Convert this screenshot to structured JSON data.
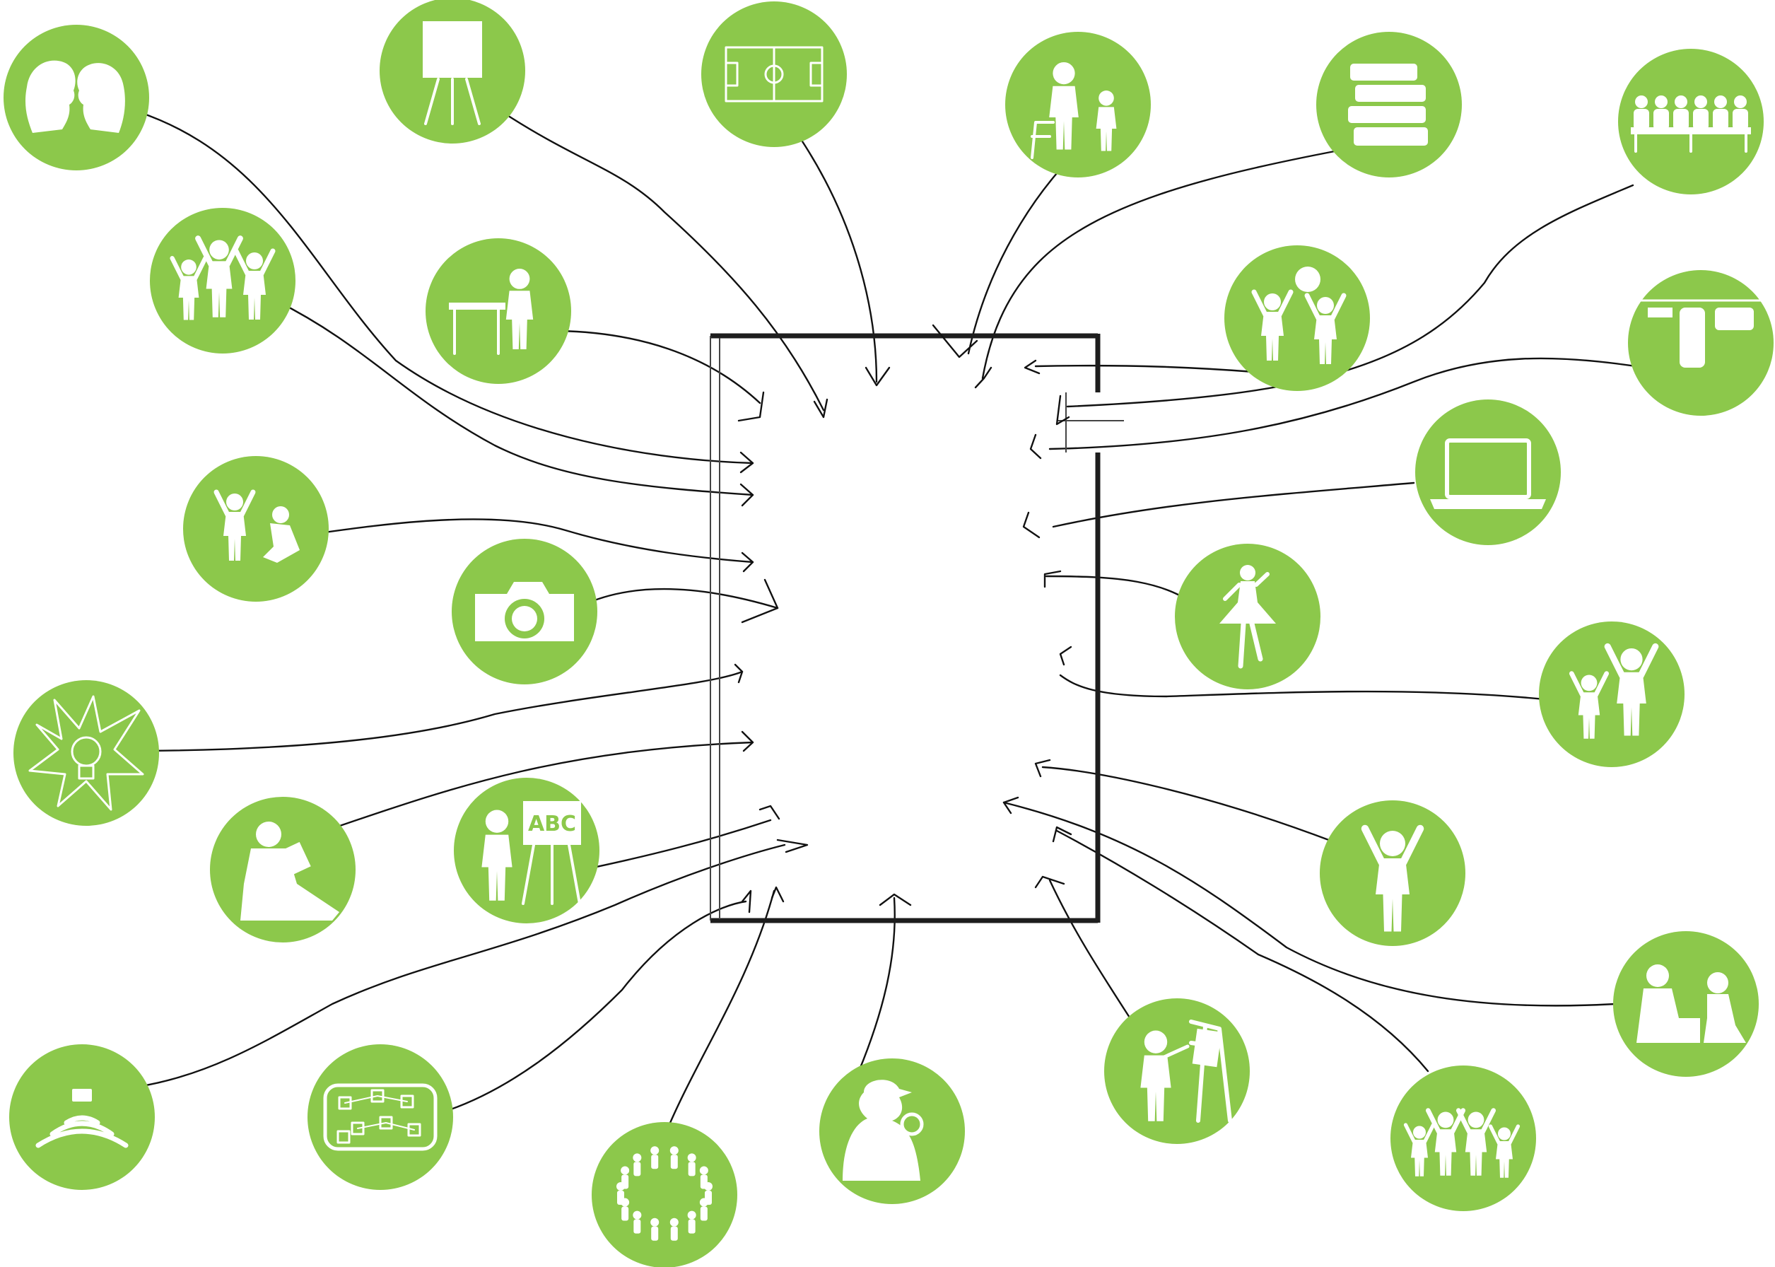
{
  "colors": {
    "bubble": "#8cc84b",
    "icon": "#ffffff",
    "line": "#111111",
    "wall": "#1e1e1e",
    "background": "#ffffff"
  },
  "room": {
    "label": ""
  },
  "activities": [
    {
      "id": "portraits",
      "icon": "children-portraits-icon"
    },
    {
      "id": "easel",
      "icon": "flipchart-easel-icon"
    },
    {
      "id": "sports-field",
      "icon": "sports-field-icon"
    },
    {
      "id": "storytelling",
      "icon": "adult-reading-to-child-icon"
    },
    {
      "id": "books",
      "icon": "stack-of-books-icon"
    },
    {
      "id": "group-meeting",
      "icon": "people-at-table-icon"
    },
    {
      "id": "children-playing",
      "icon": "children-group-icon"
    },
    {
      "id": "desk-work",
      "icon": "child-at-desk-icon"
    },
    {
      "id": "ball-play",
      "icon": "children-ball-play-icon"
    },
    {
      "id": "hanging-display",
      "icon": "hanging-display-icon"
    },
    {
      "id": "laptop",
      "icon": "laptop-icon"
    },
    {
      "id": "toddlers",
      "icon": "toddlers-playing-icon"
    },
    {
      "id": "camera",
      "icon": "camera-icon"
    },
    {
      "id": "dancing",
      "icon": "dancing-girl-icon"
    },
    {
      "id": "idea",
      "icon": "light-bulb-idea-icon"
    },
    {
      "id": "cheering-pair",
      "icon": "cheering-children-icon"
    },
    {
      "id": "reading",
      "icon": "child-reading-icon"
    },
    {
      "id": "abc-board",
      "icon": "abc-easel-icon",
      "text": "ABC"
    },
    {
      "id": "cheering-child",
      "icon": "cheering-child-icon"
    },
    {
      "id": "building",
      "icon": "children-building-icon"
    },
    {
      "id": "wireless",
      "icon": "wireless-signal-icon"
    },
    {
      "id": "pinboard",
      "icon": "pinboard-icon"
    },
    {
      "id": "circle-game",
      "icon": "children-circle-icon"
    },
    {
      "id": "explore",
      "icon": "magnifying-glass-detective-icon"
    },
    {
      "id": "painting",
      "icon": "child-painting-icon"
    },
    {
      "id": "group-cheer",
      "icon": "group-cheering-icon"
    }
  ]
}
